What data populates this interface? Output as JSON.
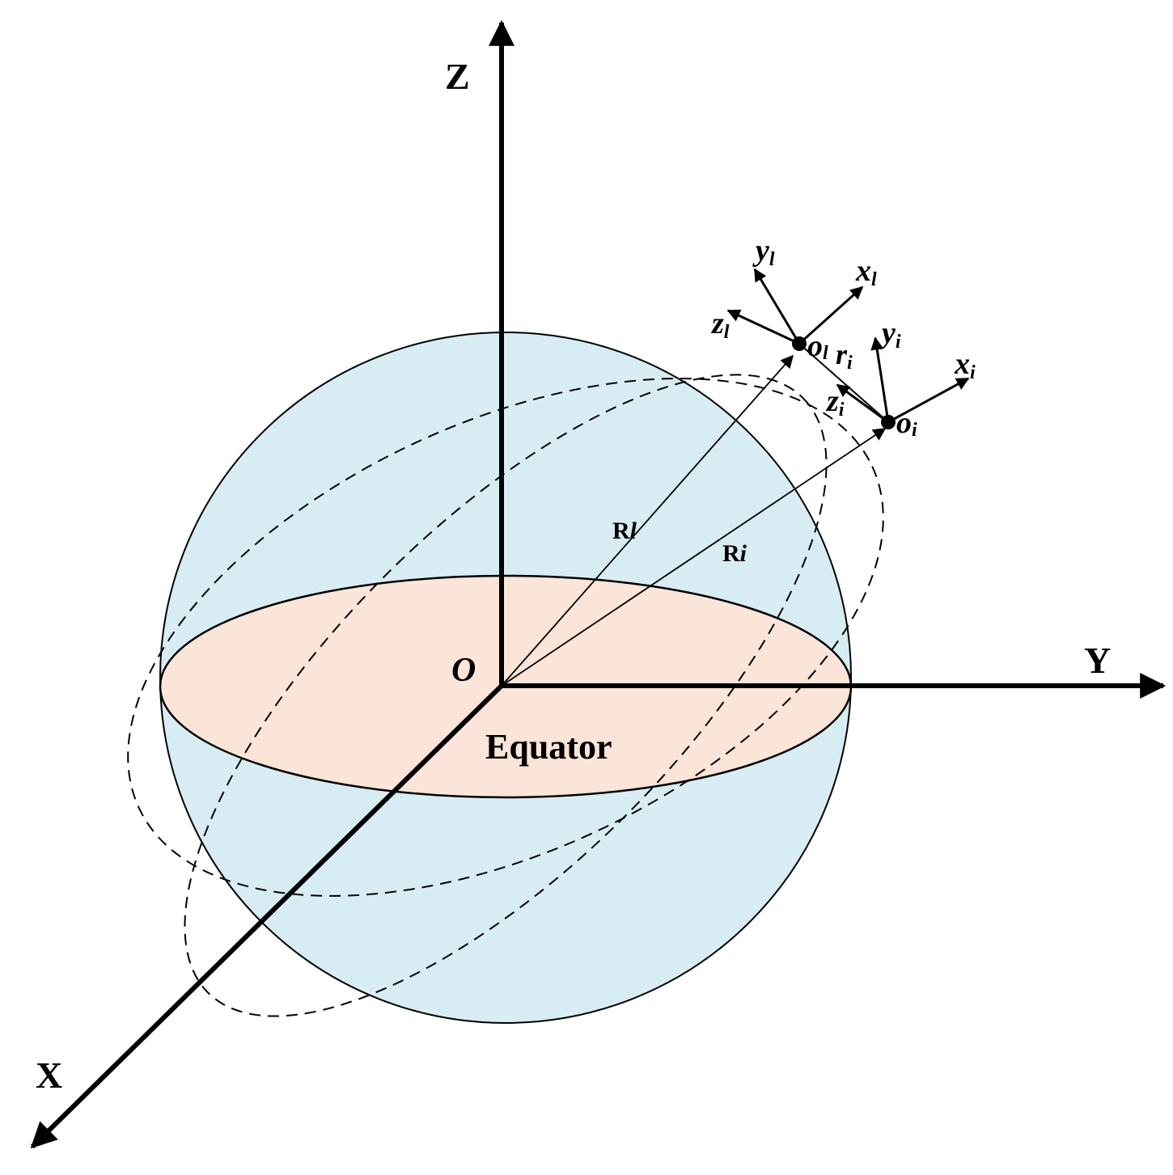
{
  "colors": {
    "sphere_fill": "#d8edf3",
    "equator_fill": "#fbe4d8",
    "stroke": "#000000",
    "background": "#ffffff"
  },
  "axes": {
    "z": "Z",
    "y": "Y",
    "x": "X",
    "origin": "O"
  },
  "plane": {
    "label": "Equator"
  },
  "vectors": {
    "r_leader": {
      "main": "R",
      "italic": "l"
    },
    "r_follower": {
      "main": "R",
      "italic": "i"
    },
    "relative": {
      "main": "r",
      "sub": "i"
    }
  },
  "leader_frame": {
    "origin": {
      "main": "o",
      "sub": "l"
    },
    "x": {
      "main": "x",
      "sub": "l"
    },
    "y": {
      "main": "y",
      "sub": "l"
    },
    "z": {
      "main": "z",
      "sub": "l"
    }
  },
  "follower_frame": {
    "origin": {
      "main": "o",
      "sub": "i"
    },
    "x": {
      "main": "x",
      "sub": "i"
    },
    "y": {
      "main": "y",
      "sub": "i"
    },
    "z": {
      "main": "z",
      "sub": "i"
    }
  },
  "icons": {
    "arrowhead": "arrowhead-icon",
    "point": "point-marker-icon"
  }
}
